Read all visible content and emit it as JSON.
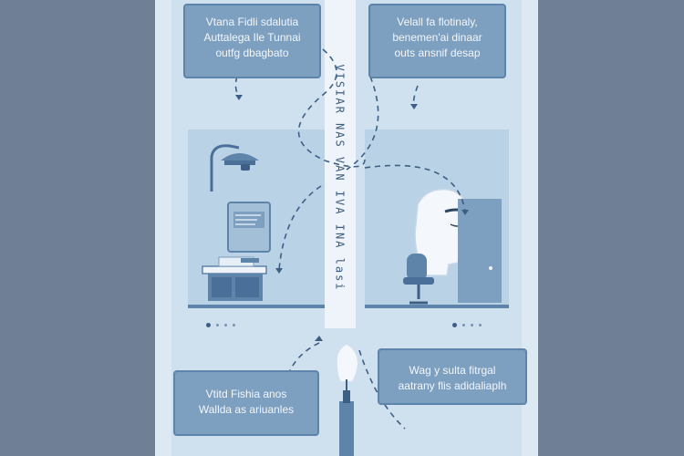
{
  "callouts": {
    "top_left": [
      "Vtana Fidli sdalutia",
      "Auttalega Ile Tunnai",
      "outfg dbagbato"
    ],
    "top_right": [
      "Velall fa flotinaly,",
      "benemen'ai dinaar",
      "outs ansnif desap"
    ],
    "bottom_left": [
      "Vtitd Fishia anos",
      "Wallda as ariuanles"
    ],
    "bottom_right": [
      "Wag y sulta fitrgal",
      "aatrany flis adidaliaplh"
    ]
  },
  "tube_label": "VISIAR NAS VAN IVA INA lasi",
  "colors": {
    "background": "#6f7f96",
    "poster": "#dce9f2",
    "callout_fill": "#7d9fc0",
    "accent": "#5f84aa"
  },
  "icons": [
    "lamp-icon",
    "monitor-icon",
    "desk-icon",
    "head-icon",
    "chair-icon",
    "door-icon",
    "pen-icon",
    "lightbulb-icon"
  ]
}
